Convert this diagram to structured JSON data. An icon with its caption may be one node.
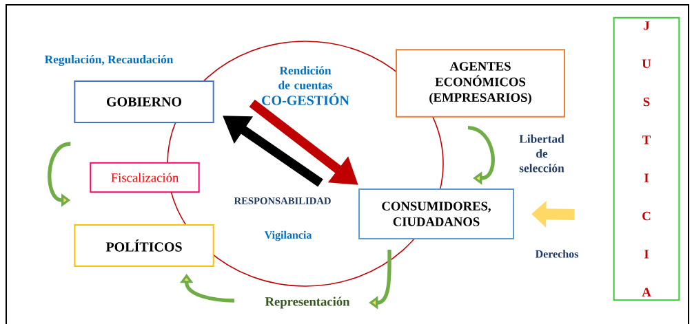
{
  "diagram": {
    "nodes": [
      {
        "text": [
          "GOBIERNO"
        ]
      },
      {
        "text": [
          "Fiscalización"
        ]
      },
      {
        "text": [
          "POLÍTICOS"
        ]
      },
      {
        "text": [
          "AGENTES ECONÓMICOS (EMPRESARIOS)"
        ]
      },
      {
        "text": [
          "CONSUMIDORES, CIUDADANOS"
        ]
      },
      {
        "text": [
          "J",
          "U",
          "S",
          "T",
          "I",
          "C",
          "I",
          "A"
        ]
      }
    ],
    "edges": [
      {
        "from": 0,
        "to": 4,
        "arrow": "to",
        "style": "thick",
        "color": "#c00000"
      },
      {
        "from": 4,
        "to": 0,
        "arrow": "to",
        "style": "thick",
        "color": "#000000"
      },
      {
        "from": 0,
        "to": 2,
        "arrow": "to"
      },
      {
        "from": 3,
        "to": 4,
        "arrow": "to"
      },
      {
        "from": 4,
        "to": null,
        "arrow": "to"
      },
      {
        "from": null,
        "to": 2,
        "arrow": "to"
      },
      {
        "from": 5,
        "to": 4,
        "arrow": "to",
        "style": "thick",
        "color": "#ffd966"
      }
    ],
    "labels": [
      "Regulación, Recaudación",
      "Rendición de cuentas",
      "CO-GESTIÓN",
      "Libertad de selección",
      "RESPONSABILIDAD",
      "Vigilancia",
      "Derechos",
      "Representación"
    ]
  }
}
